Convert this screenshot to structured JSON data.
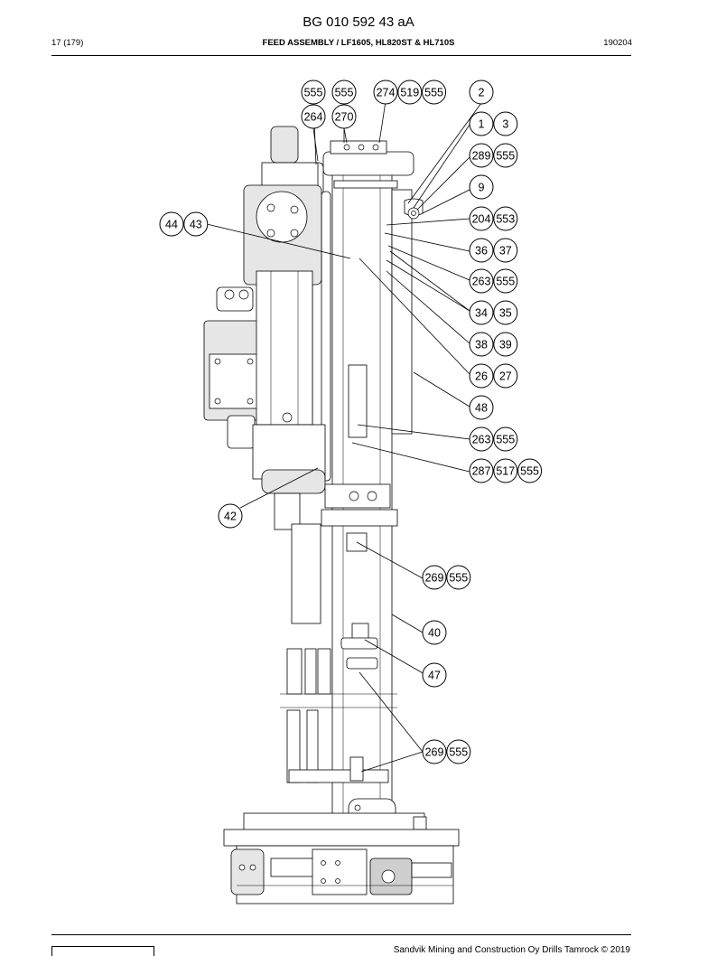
{
  "header": {
    "doc_id": "BG 010 592 43 aA",
    "page": "17 (179)",
    "title": "FEED ASSEMBLY / LF1605, HL820ST & HL710S",
    "date": "190204"
  },
  "footer": {
    "copyright": "Sandvik Mining and Construction Oy Drills Tamrock © 2019"
  },
  "callouts": [
    {
      "labels": [
        "555"
      ]
    },
    {
      "labels": [
        "555"
      ]
    },
    {
      "labels": [
        "274",
        "519",
        "555"
      ]
    },
    {
      "labels": [
        "2"
      ]
    },
    {
      "labels": [
        "264"
      ]
    },
    {
      "labels": [
        "270"
      ]
    },
    {
      "labels": [
        "1",
        "3"
      ]
    },
    {
      "labels": [
        "289",
        "555"
      ]
    },
    {
      "labels": [
        "9"
      ]
    },
    {
      "labels": [
        "44",
        "43"
      ]
    },
    {
      "labels": [
        "204",
        "553"
      ]
    },
    {
      "labels": [
        "36",
        "37"
      ]
    },
    {
      "labels": [
        "263",
        "555"
      ]
    },
    {
      "labels": [
        "34",
        "35"
      ]
    },
    {
      "labels": [
        "38",
        "39"
      ]
    },
    {
      "labels": [
        "26",
        "27"
      ]
    },
    {
      "labels": [
        "48"
      ]
    },
    {
      "labels": [
        "263",
        "555"
      ]
    },
    {
      "labels": [
        "287",
        "517",
        "555"
      ]
    },
    {
      "labels": [
        "42"
      ]
    },
    {
      "labels": [
        "269",
        "555"
      ]
    },
    {
      "labels": [
        "40"
      ]
    },
    {
      "labels": [
        "47"
      ]
    },
    {
      "labels": [
        "269",
        "555"
      ]
    }
  ]
}
